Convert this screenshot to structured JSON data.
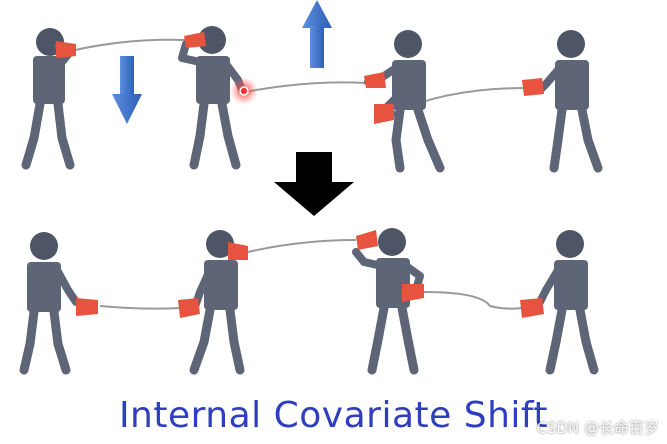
{
  "caption": "Internal Covariate Shift",
  "watermark": "CSDN @长命百岁",
  "colors": {
    "figure_body": "#5e6577",
    "figure_head": "#4e5567",
    "cup": "#e8533f",
    "string": "#9a9a9a",
    "small_arrow": "#3f72c9",
    "big_arrow": "#000000",
    "caption_text": "#2f3ec0",
    "highlight": "#ff2a2a"
  },
  "diagram": {
    "top_row": {
      "people": 4,
      "arrows": [
        "down-arrow",
        "up-arrow"
      ],
      "highlight": "red-glow-dot"
    },
    "transition": "big-down-arrow",
    "bottom_row": {
      "people": 4
    }
  }
}
